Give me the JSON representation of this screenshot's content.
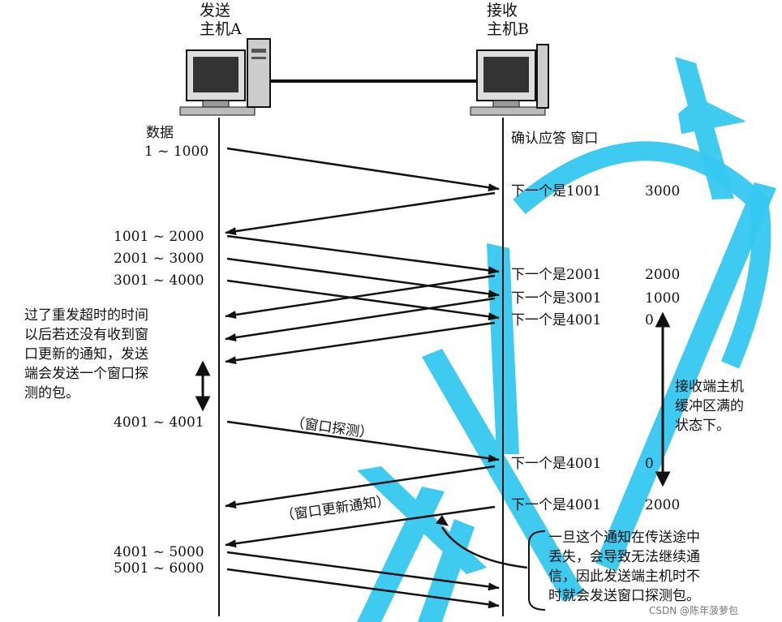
{
  "host_a": {
    "line1": "发送",
    "line2": "主机A"
  },
  "host_b": {
    "line1": "接收",
    "line2": "主机B"
  },
  "left_header": "数据",
  "right_header": "确认应答 窗口",
  "data_ranges": [
    "1 ~ 1000",
    "1001 ~ 2000",
    "2001 ~ 3000",
    "3001 ~ 4000",
    "4001 ~ 4001",
    "4001 ~ 5000",
    "5001 ~ 6000"
  ],
  "acks": [
    {
      "label": "下一个是1001",
      "window": "3000"
    },
    {
      "label": "下一个是2001",
      "window": "2000"
    },
    {
      "label": "下一个是3001",
      "window": "1000"
    },
    {
      "label": "下一个是4001",
      "window": "0"
    },
    {
      "label": "下一个是4001",
      "window": "0"
    },
    {
      "label": "下一个是4001",
      "window": "2000"
    }
  ],
  "probe_label": "（窗口探测）",
  "update_label": "（窗口更新通知）",
  "left_note": [
    "过了重发超时的时间",
    "以后若还没有收到窗",
    "口更新的通知，发送",
    "端会发送一个窗口探",
    "测的包。"
  ],
  "buffer_note": [
    "接收端主机",
    "缓冲区满的",
    "状态下。"
  ],
  "loss_note": [
    "一旦这个通知在传送途中",
    "丢失，会导致无法继续通",
    "信，因此发送端主机时不",
    "时就会发送窗口探测包。"
  ],
  "watermark": "CSDN @陈年菠萝包",
  "colors": {
    "overlay": "#35c8f0",
    "ink": "#111111"
  }
}
